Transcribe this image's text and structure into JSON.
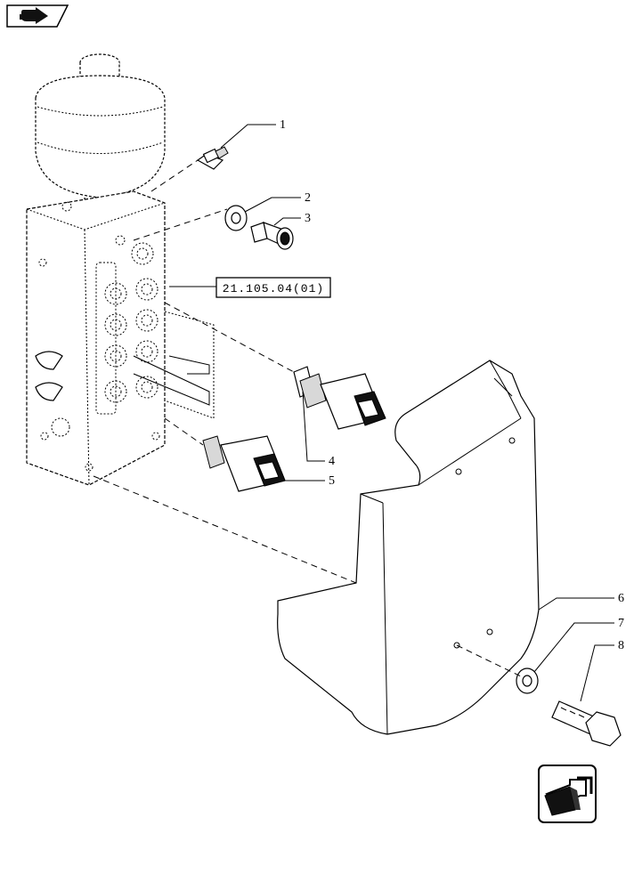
{
  "reference": {
    "label": "21.105.04(01)"
  },
  "callouts": [
    {
      "label": "1"
    },
    {
      "label": "2"
    },
    {
      "label": "3"
    },
    {
      "label": "4"
    },
    {
      "label": "5"
    },
    {
      "label": "6"
    },
    {
      "label": "7"
    },
    {
      "label": "8"
    }
  ],
  "icons": {
    "top_left": "previous-page-icon",
    "bottom_right": "next-page-icon"
  }
}
